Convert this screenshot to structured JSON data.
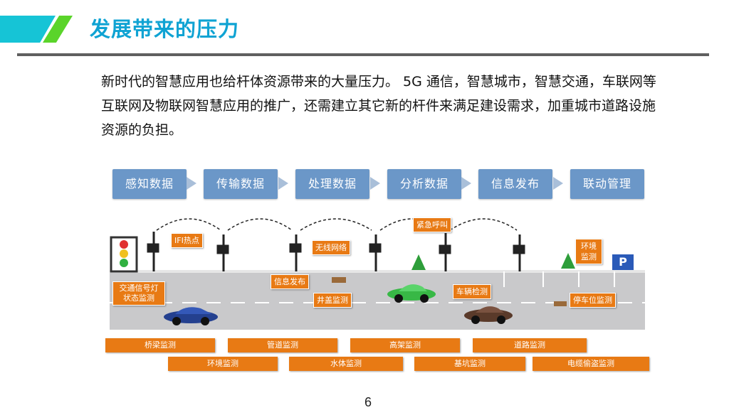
{
  "header": {
    "title": "发展带来的压力"
  },
  "body": {
    "paragraph": "新时代的智慧应用也给杆体资源带来的大量压力。 5G 通信，智慧城市，智慧交通，车联网等互联网及物联网智慧应用的推广，还需建立其它新的杆件来满足建设需求，加重城市道路设施资源的负担。"
  },
  "flow": {
    "steps": [
      "感知数据",
      "传输数据",
      "处理数据",
      "分析数据",
      "信息发布",
      "联动管理"
    ]
  },
  "scene": {
    "labels": {
      "traffic_light": "交通信号灯状态监测",
      "wifi": "IFI热点",
      "info_publish": "信息发布",
      "wireless": "无线网络",
      "manhole": "井盖监测",
      "emergency": "紧急呼叫",
      "vehicle": "车辆检测",
      "environment_top": "环境监测",
      "parking": "停车位监测",
      "parking_sign": "P"
    },
    "bottom_row1": [
      "桥梁监测",
      "管道监测",
      "高架监测",
      "道路监测"
    ],
    "bottom_row2": [
      "环境监测",
      "水体监测",
      "基坑监测",
      "电缆偷盗监测"
    ]
  },
  "footer": {
    "page_number": "6"
  }
}
